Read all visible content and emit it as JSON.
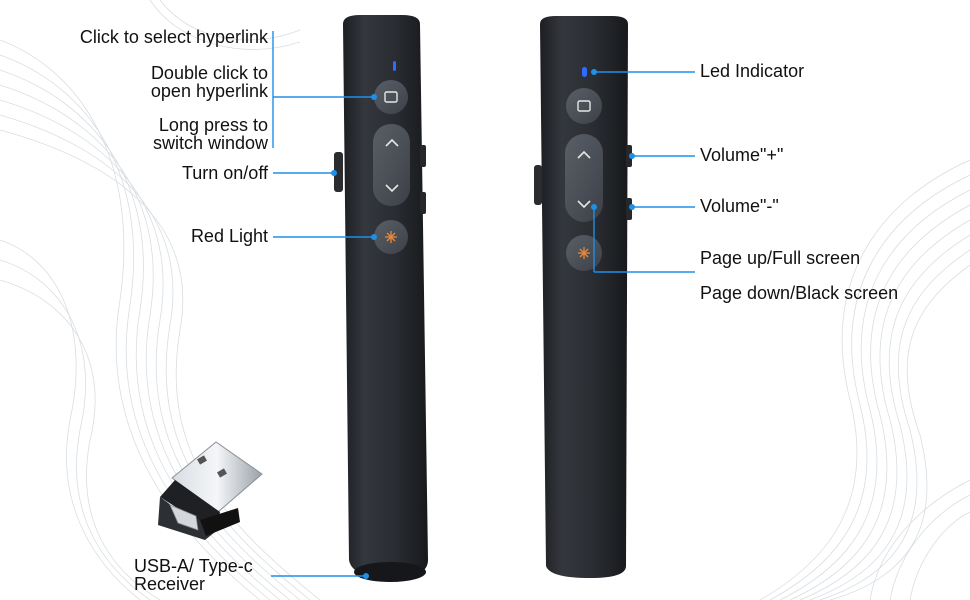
{
  "left_labels": {
    "click_select": "Click to select hyperlink",
    "double_click_1": "Double click to",
    "double_click_2": "open hyperlink",
    "long_press_1": "Long press to",
    "long_press_2": "switch window",
    "turn_onoff": "Turn on/off",
    "red_light": "Red Light",
    "usb_1": "USB-A/ Type-c",
    "usb_2": "Receiver"
  },
  "right_labels": {
    "led": "Led Indicator",
    "vol_up": "Volume\"+\"",
    "vol_down": "Volume\"-\"",
    "page_up": "Page up/Full screen",
    "page_down": "Page down/Black screen"
  },
  "colors": {
    "leader": "#1e90e6",
    "device_body": "#2b2e33",
    "button": "#4a4e55",
    "led": "#2f6bff",
    "laser_glyph": "#e8893a"
  },
  "icons": {
    "window_button": "square-icon",
    "up": "chevron-up-icon",
    "down": "chevron-down-icon",
    "laser": "starburst-icon"
  }
}
